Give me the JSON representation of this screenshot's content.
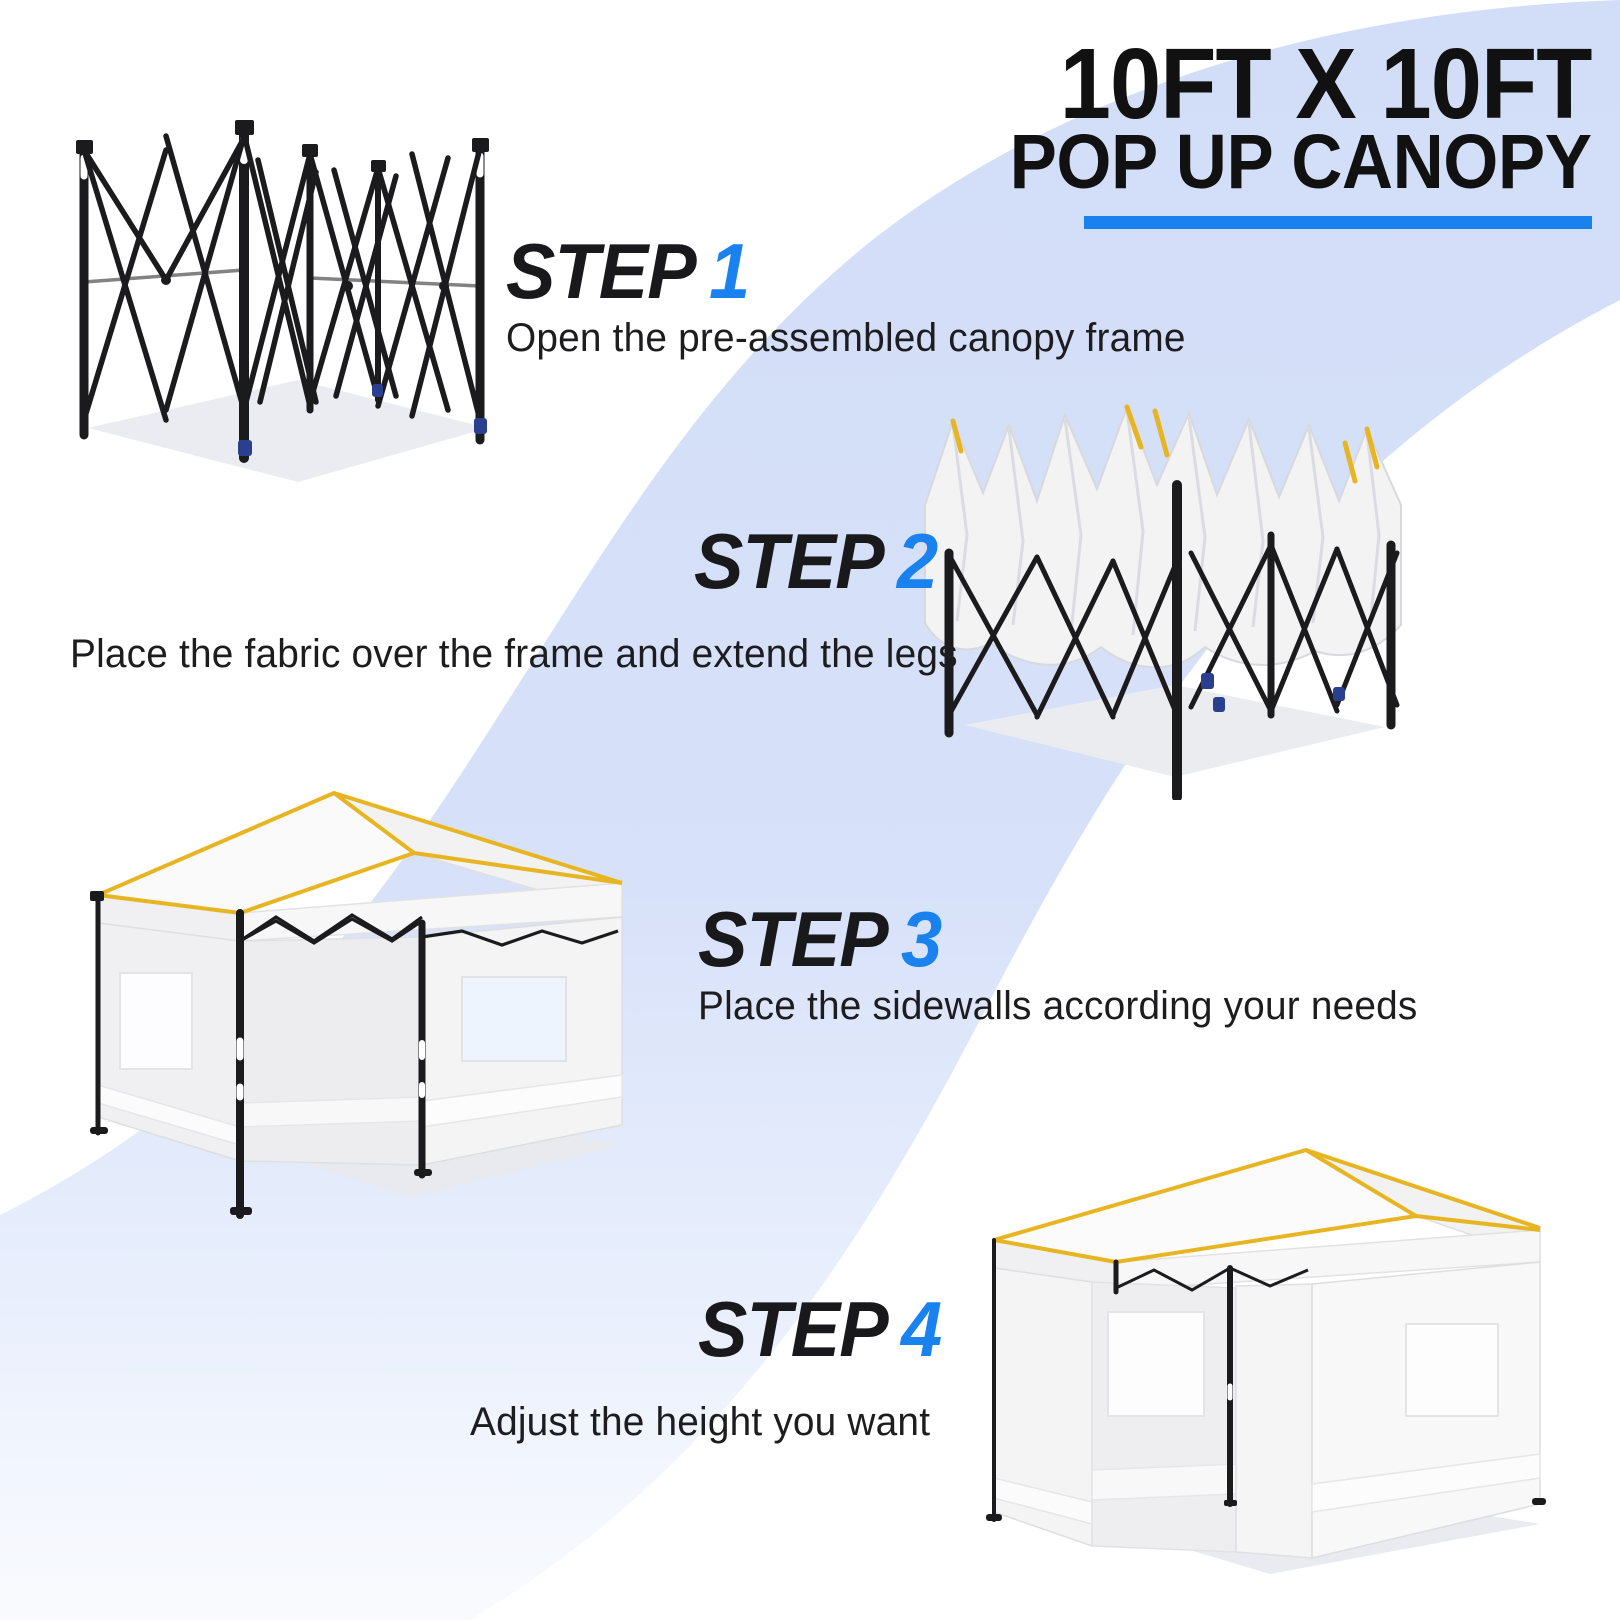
{
  "headline": {
    "line1": "10FT X 10FT",
    "line2": "POP UP CANOPY",
    "rule_color": "#1a82ef"
  },
  "theme": {
    "accent_blue": "#1a82ef",
    "swoosh_blue": "#d2ddf8",
    "text_black": "#19191b",
    "canopy_trim_yellow": "#e8b522",
    "frame_black": "#1b1b1d"
  },
  "steps": [
    {
      "label": "STEP",
      "number": "1",
      "caption": "Open the pre-assembled canopy frame",
      "art": "folded-canopy-frame"
    },
    {
      "label": "STEP",
      "number": "2",
      "caption": "Place the fabric over the frame and extend the legs",
      "art": "frame-with-fabric-draped"
    },
    {
      "label": "STEP",
      "number": "3",
      "caption": "Place the sidewalls according your needs",
      "art": "canopy-with-sidewalls"
    },
    {
      "label": "STEP",
      "number": "4",
      "caption": "Adjust the height you want",
      "art": "canopy-full-height"
    }
  ]
}
